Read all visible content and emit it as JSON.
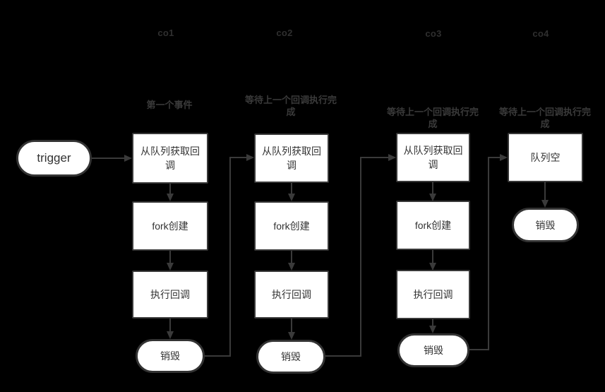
{
  "diagram": {
    "background_color": "#000000",
    "node_fill_color": "#ffffff",
    "stroke_color": "#3a3a3a",
    "node_text_color": "#333333",
    "header_text_color": "#2f2f2f",
    "trigger": {
      "label": "trigger"
    },
    "columns": [
      {
        "header": "co1",
        "caption": "第一个事件",
        "steps": [
          "从队列获取回调",
          "fork创建",
          "执行回调"
        ],
        "end": "销毁"
      },
      {
        "header": "co2",
        "caption": "等待上一个回调执行完成",
        "steps": [
          "从队列获取回调",
          "fork创建",
          "执行回调"
        ],
        "end": "销毁"
      },
      {
        "header": "co3",
        "caption": "等待上一个回调执行完成",
        "steps": [
          "从队列获取回调",
          "fork创建",
          "执行回调"
        ],
        "end": "销毁"
      },
      {
        "header": "co4",
        "caption": "等待上一个回调执行完成",
        "steps": [
          "队列空"
        ],
        "end": "销毁"
      }
    ]
  }
}
